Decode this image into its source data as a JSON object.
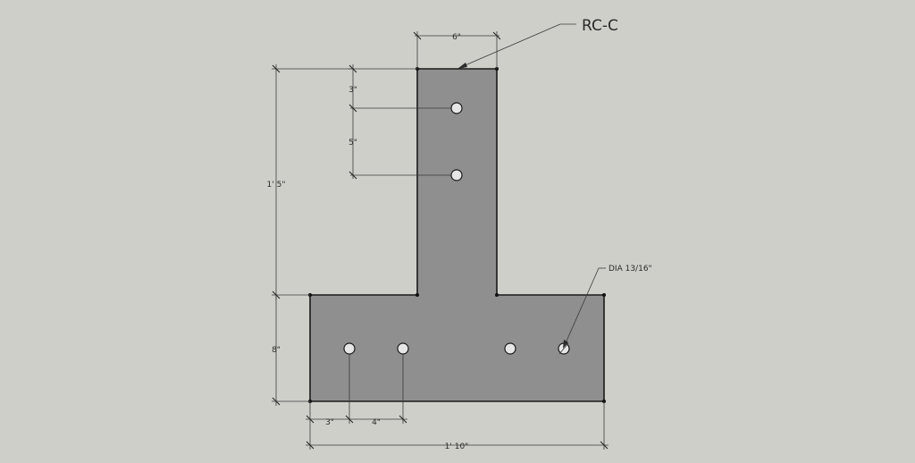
{
  "title": "RC-C",
  "dimensions": {
    "top_width": "6\"",
    "hole_offset_top": "3\"",
    "hole_spacing_vertical": "5\"",
    "total_height": "1' 5\"",
    "base_height": "8\"",
    "hole_offset_left": "3\"",
    "hole_spacing_horizontal": "4\"",
    "total_width": "1' 10\""
  },
  "callouts": {
    "hole_diameter": "DIA 13/16\""
  },
  "colors": {
    "background": "#cfcfca",
    "plate_fill": "#8f8f8f",
    "outline": "#1a1a1a",
    "hole_fill": "#e6e6e6"
  }
}
